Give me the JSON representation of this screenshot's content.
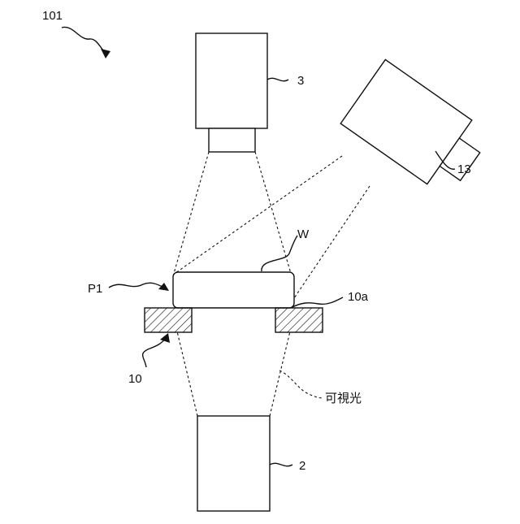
{
  "labels": {
    "figure_ref": "101",
    "camera_top": "3",
    "camera_angled": "13",
    "light_source": "2",
    "workpiece": "W",
    "position": "P1",
    "stage": "10",
    "stage_opening": "10a",
    "light_type": "可視光"
  }
}
